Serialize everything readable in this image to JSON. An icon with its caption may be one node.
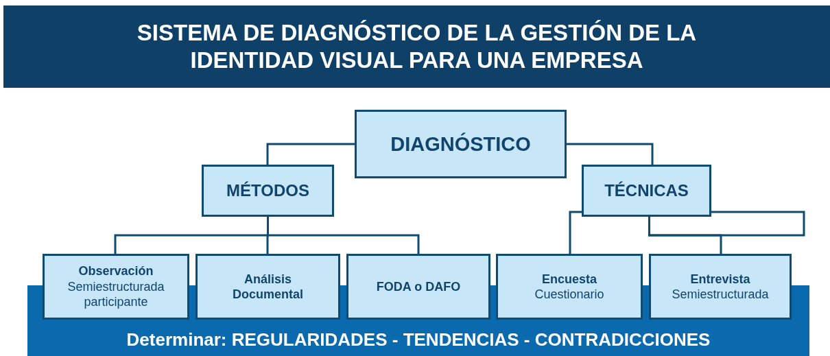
{
  "diagram": {
    "title": "SISTEMA DE DIAGNÓSTICO DE LA GESTIÓN DE LA IDENTIDAD VISUAL PARA UNA EMPRESA",
    "nodes": [
      {
        "text": [
          "DIAGNÓSTICO"
        ]
      },
      {
        "text": [
          "MÉTODOS"
        ]
      },
      {
        "text": [
          "TÉCNICAS"
        ]
      },
      {
        "text": [
          "Observación",
          "Semiestructurada participante"
        ]
      },
      {
        "text": [
          "Análisis Documental"
        ]
      },
      {
        "text": [
          "FODA o DAFO"
        ]
      },
      {
        "text": [
          "Encuesta",
          "Cuestionario"
        ]
      },
      {
        "text": [
          "Entrevista",
          "Semiestructurada"
        ]
      },
      {
        "text": [
          "Determinar: REGULARIDADES - TENDENCIAS - CONTRADICCIONES"
        ]
      }
    ],
    "edges": [
      {
        "from": 0,
        "to": 1,
        "arrow": "none"
      },
      {
        "from": 0,
        "to": 2,
        "arrow": "none"
      },
      {
        "from": 1,
        "to": 3,
        "arrow": "none"
      },
      {
        "from": 1,
        "to": 4,
        "arrow": "none"
      },
      {
        "from": 1,
        "to": 5,
        "arrow": "none"
      },
      {
        "from": 2,
        "to": 6,
        "arrow": "none"
      },
      {
        "from": 2,
        "to": 7,
        "arrow": "none"
      }
    ]
  }
}
